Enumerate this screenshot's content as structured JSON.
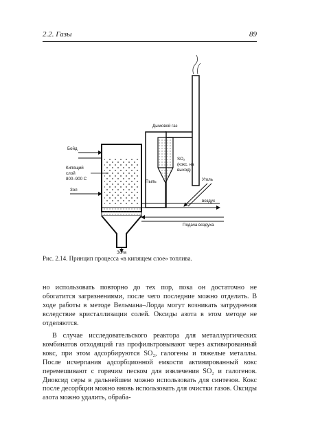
{
  "header": {
    "section": "2.2. Газы",
    "page_number": "89"
  },
  "figure": {
    "labels": {
      "flue_gas": "Дымовой газ",
      "boiler_line1": "Бойд",
      "boiler_line2": "",
      "boiling_layer_line1": "Кипящий",
      "boiling_layer_line2": "слой",
      "boiling_layer_line3": "800–900 С",
      "ash": "Зол",
      "coal": "Уголь",
      "so2_line1": "SO₂",
      "so2_line2": "(кокс. на",
      "so2_line3": "выход)",
      "dust": "Пыль",
      "air": "воздух",
      "hot_air": "Подача воздуха",
      "ash_out": "Зола"
    }
  },
  "caption": "Рис. 2.14. Принцип процесса «в кипящем слое» топлива.",
  "paragraphs": [
    "но использовать повторно до тех пор, пока он достаточно не обогатится загрязнениями, после чего последние можно отделить. В ходе работы в методе Вельмана–Лорда могут возникать затруднения вследствие кристаллизации солей. Оксиды азота в этом методе не отделяются.",
    "В случае исследовательского реактора для металлургических комбинатов отходящий газ профильтровывают через активированный кокс, при этом адсорбируются SO₂, галогены и тяжелые металлы. После исчерпания адсорбционной емкости активированный кокс перемешивают с горячим песком для извлечения SO₂ и галогенов. Диоксид серы в дальнейшем можно использовать для синтезов. Кокс после десорбции можно вновь использовать для очистки газов. Оксиды азота можно удалить, обраба-"
  ]
}
